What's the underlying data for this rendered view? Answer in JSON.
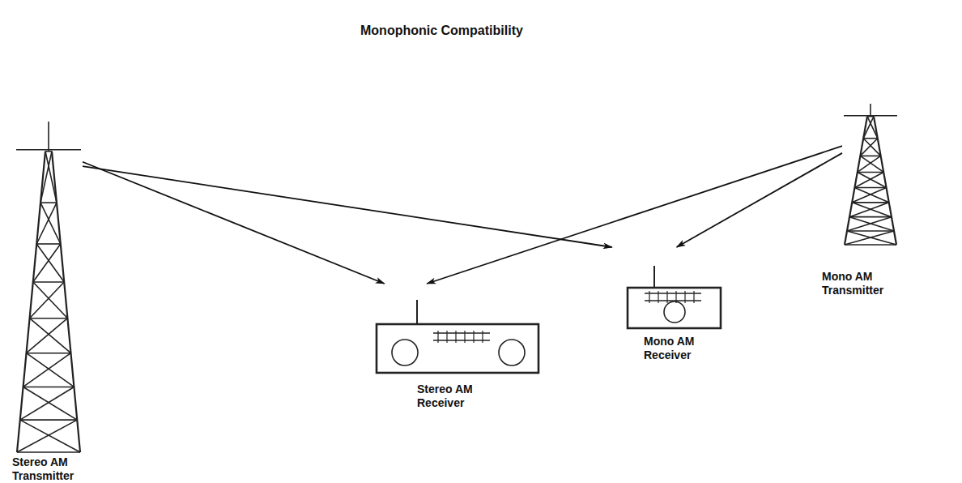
{
  "diagram": {
    "title": "Monophonic Compatibility",
    "nodes": [
      {
        "text": [
          "Stereo AM Transmitter"
        ]
      },
      {
        "text": [
          "Stereo AM Receiver"
        ]
      },
      {
        "text": [
          "Mono AM Receiver"
        ]
      },
      {
        "text": [
          "Mono AM Transmitter"
        ]
      }
    ],
    "edges": [
      {
        "from": 0,
        "to": 1,
        "arrow": "to"
      },
      {
        "from": 0,
        "to": 2,
        "arrow": "to"
      },
      {
        "from": 3,
        "to": 1,
        "arrow": "to"
      },
      {
        "from": 3,
        "to": 2,
        "arrow": "to"
      }
    ]
  }
}
